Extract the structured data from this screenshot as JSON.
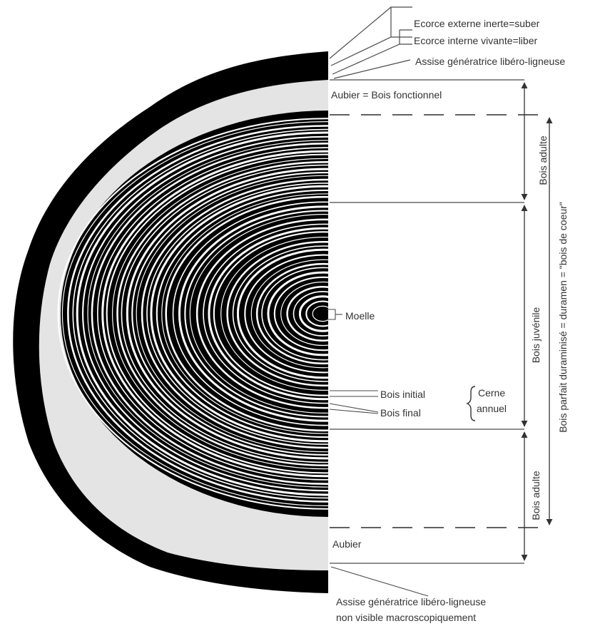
{
  "labels": {
    "ecorce_externe": "Ecorce externe inerte=suber",
    "ecorce_interne": "Ecorce interne vivante=liber",
    "assise_top": "Assise génératrice libéro-ligneuse",
    "aubier_fonctionnel": "Aubier = Bois fonctionnel",
    "moelle": "Moelle",
    "bois_initial": "Bois initial",
    "bois_final": "Bois final",
    "cerne_line1": "Cerne",
    "cerne_line2": "annuel",
    "aubier_bottom": "Aubier",
    "assise_bottom_line1": "Assise génératrice libéro-ligneuse",
    "assise_bottom_line2": "non visible macroscopiquement",
    "bois_adulte_top": "Bois adulte",
    "bois_juvenile": "Bois juvénile",
    "bois_adulte_bottom": "Bois adulte",
    "bois_parfait": "Bois parfait duraminisé = duramen = \"bois de coeur\""
  },
  "colors": {
    "ink": "#000000",
    "line": "#4a4a4a",
    "text": "#333333",
    "sapwood": "#e4e4e4",
    "background": "#ffffff"
  }
}
